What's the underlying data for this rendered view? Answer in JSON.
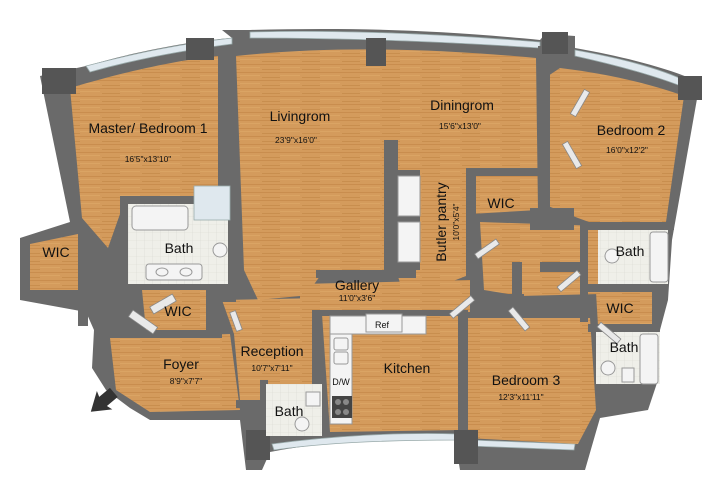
{
  "rooms": {
    "master_bedroom": {
      "name": "Master/ Bedroom 1",
      "dims": "16'5\"x13'10\""
    },
    "livingroom": {
      "name": "Livingrom",
      "dims": "23'9\"x16'0\""
    },
    "diningroom": {
      "name": "Diningrom",
      "dims": "15'6\"x13'0\""
    },
    "bedroom2": {
      "name": "Bedroom 2",
      "dims": "16'0\"x12'2\""
    },
    "butler_pantry": {
      "name": "Butler pantry",
      "dims": "10'0\"x5'4\""
    },
    "wic_left": {
      "name": "WIC"
    },
    "bath_master": {
      "name": "Bath"
    },
    "wic_master": {
      "name": "WIC"
    },
    "wic_dining": {
      "name": "WIC"
    },
    "bath_bed2": {
      "name": "Bath"
    },
    "gallery": {
      "name": "Gallery",
      "dims": "11'0\"x3'6\""
    },
    "wic_bed3": {
      "name": "WIC"
    },
    "bath_bed3": {
      "name": "Bath"
    },
    "foyer": {
      "name": "Foyer",
      "dims": "8'9\"x7'7\""
    },
    "reception": {
      "name": "Reception",
      "dims": "10'7\"x7'11\""
    },
    "kitchen": {
      "name": "Kitchen"
    },
    "bedroom3": {
      "name": "Bedroom 3",
      "dims": "12'3\"x11'11\""
    },
    "bath_powder": {
      "name": "Bath"
    }
  },
  "fixtures": {
    "ref": "Ref",
    "dw": "D/W"
  },
  "colors": {
    "floor": "#d49b5c",
    "wall": "#6a6a6a",
    "glass": "#dfe8ee"
  },
  "icons": {
    "entry": "entry-arrow-icon"
  }
}
